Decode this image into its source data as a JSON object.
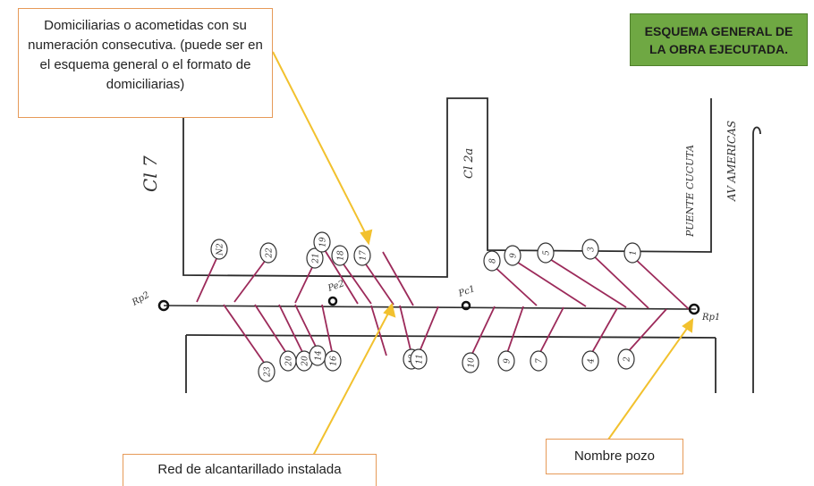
{
  "title": {
    "line1": "ESQUEMA GENERAL DE",
    "line2": "LA OBRA EJECUTADA."
  },
  "callouts": {
    "domiciliarias": "Domiciliarias o acometidas con su numeración consecutiva. (puede ser en el esquema general o el formato de domiciliarias)",
    "red": "Red de alcantarillado instalada",
    "pozo": "Nombre pozo"
  },
  "streets": {
    "left": "Cl 7",
    "middle": "Cl 2a",
    "right_1": "AV AMERICAS",
    "right_2": "PUENTE CUCUTA"
  },
  "wells": [
    "Rp2",
    "Pe2",
    "Pc1",
    "Rp1"
  ],
  "connections_top": [
    "N2",
    "22",
    "21",
    "19",
    "18",
    "17",
    "8",
    "9",
    "5",
    "3",
    "1"
  ],
  "connections_bottom": [
    "23",
    "20",
    "20",
    "14",
    "16",
    "12",
    "11",
    "10",
    "9",
    "7",
    "4",
    "2"
  ],
  "colors": {
    "connection_line": "#9c2a5a",
    "arrow": "#f2c12e",
    "callout_border": "#e69a58",
    "title_fill": "#6fa843"
  }
}
